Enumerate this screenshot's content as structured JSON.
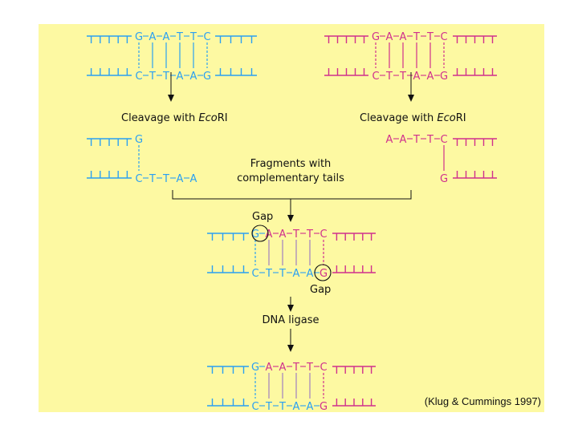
{
  "colors": {
    "background": "#fdf9a2",
    "strand_blue": "#2aa0f2",
    "strand_pink": "#d0308d",
    "text": "#111111"
  },
  "top_left_strand": {
    "top_seq": [
      "G",
      "A",
      "A",
      "T",
      "T",
      "C"
    ],
    "bottom_seq": [
      "C",
      "T",
      "T",
      "A",
      "A",
      "G"
    ]
  },
  "top_right_strand": {
    "top_seq": [
      "G",
      "A",
      "A",
      "T",
      "T",
      "C"
    ],
    "bottom_seq": [
      "C",
      "T",
      "T",
      "A",
      "A",
      "G"
    ]
  },
  "cleavage_label_left": {
    "prefix": "Cleavage with ",
    "italic": "Eco",
    "suffix": "RI"
  },
  "cleavage_label_right": {
    "prefix": "Cleavage with ",
    "italic": "Eco",
    "suffix": "RI"
  },
  "fragment_left": {
    "top_seq": [
      "G"
    ],
    "bottom_seq": [
      "C",
      "T",
      "T",
      "A",
      "A"
    ]
  },
  "fragment_right": {
    "top_seq": [
      "A",
      "A",
      "T",
      "T",
      "C"
    ],
    "bottom_seq": [
      "G"
    ]
  },
  "fragments_label": [
    "Fragments with",
    "complementary tails"
  ],
  "gap_top_label": "Gap",
  "annealed": {
    "top_seq": [
      "G",
      "A",
      "A",
      "T",
      "T",
      "C"
    ],
    "bottom_seq": [
      "C",
      "T",
      "T",
      "A",
      "A",
      "G"
    ]
  },
  "gap_bottom_label": "Gap",
  "ligase_label": "DNA ligase",
  "ligated": {
    "top_seq": [
      "G",
      "A",
      "A",
      "T",
      "T",
      "C"
    ],
    "bottom_seq": [
      "C",
      "T",
      "T",
      "A",
      "A",
      "G"
    ]
  },
  "citation": "(Klug & Cummings 1997)"
}
